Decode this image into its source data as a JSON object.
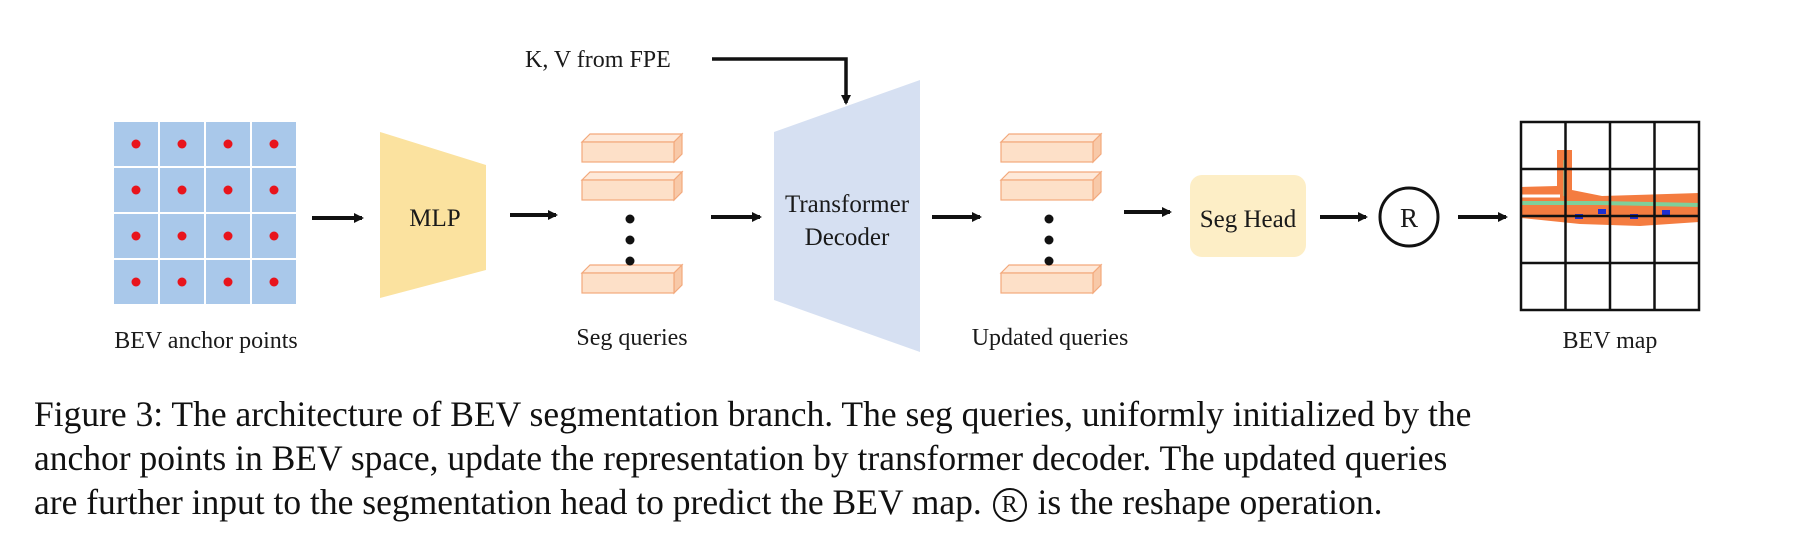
{
  "diagram": {
    "kv_input_label": "K, V from FPE",
    "anchor_label": "BEV anchor points",
    "mlp_label": "MLP",
    "seg_queries_label": "Seg queries",
    "transformer_line1": "Transformer",
    "transformer_line2": "Decoder",
    "updated_queries_label": "Updated queries",
    "seg_head_label": "Seg Head",
    "reshape_symbol": "R",
    "bev_map_label": "BEV map",
    "colors": {
      "anchor_cell": "#a9c8ea",
      "anchor_point": "#e8141c",
      "mlp": "#fbe29f",
      "query_block": "#fde0c8",
      "query_block_edge": "#f3a97c",
      "transformer": "#d6e0f2",
      "seg_head": "#fdeec6",
      "map_road": "#f47c40",
      "map_lane": "#7fcf9a",
      "map_marker": "#1e2fd0"
    }
  },
  "caption": {
    "line1": "Figure 3: The architecture of BEV segmentation branch. The seg queries, uniformly initialized by the",
    "line2": "anchor points in BEV space, update the representation by transformer decoder. The updated queries",
    "line3_before": "are further input to the segmentation head to predict the BEV map.",
    "reshape_glyph": "R",
    "line3_after": "is the reshape operation."
  }
}
